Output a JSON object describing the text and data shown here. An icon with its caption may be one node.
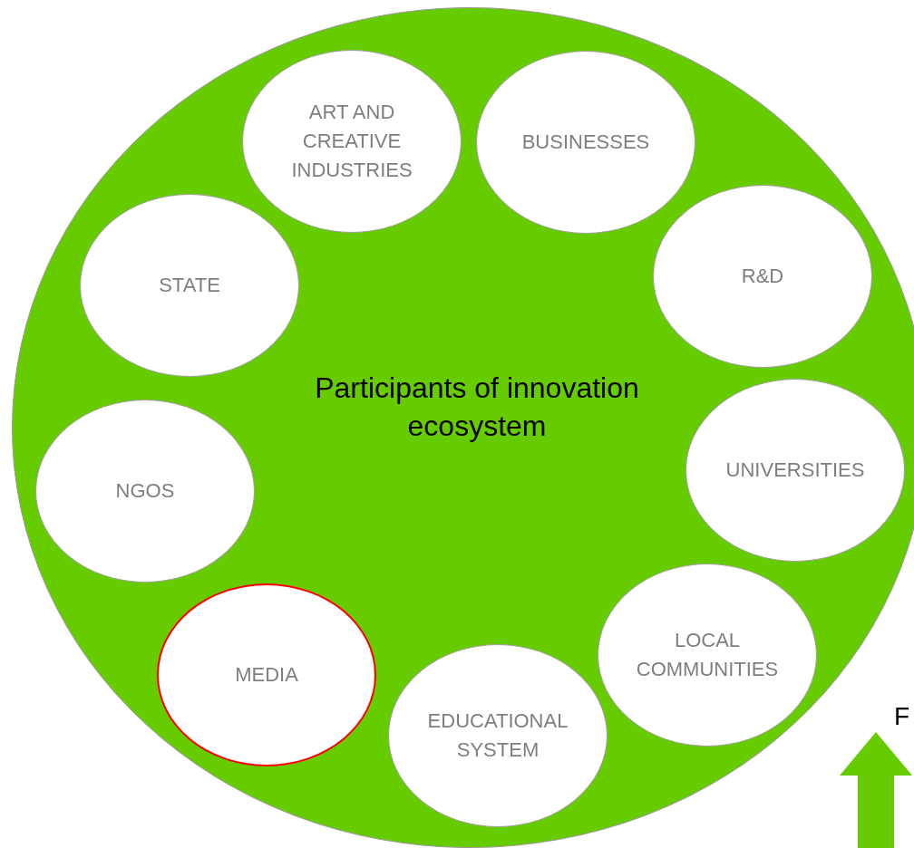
{
  "diagram": {
    "nodes": [
      {
        "text": [
          "Participants of innovation ecosystem"
        ]
      },
      {
        "text": [
          "ART AND CREATIVE INDUSTRIES"
        ],
        "in": 0
      },
      {
        "text": [
          "BUSINESSES"
        ],
        "in": 0
      },
      {
        "text": [
          "STATE"
        ],
        "in": 0
      },
      {
        "text": [
          "R&D"
        ],
        "in": 0
      },
      {
        "text": [
          "NGOS"
        ],
        "in": 0
      },
      {
        "text": [
          "UNIVERSITIES"
        ],
        "in": 0
      },
      {
        "text": [
          "MEDIA"
        ],
        "in": 0
      },
      {
        "text": [
          "LOCAL COMMUNITIES"
        ],
        "in": 0
      },
      {
        "text": [
          "EDUCATIONAL SYSTEM"
        ],
        "in": 0
      }
    ],
    "labels": [
      "F"
    ]
  }
}
